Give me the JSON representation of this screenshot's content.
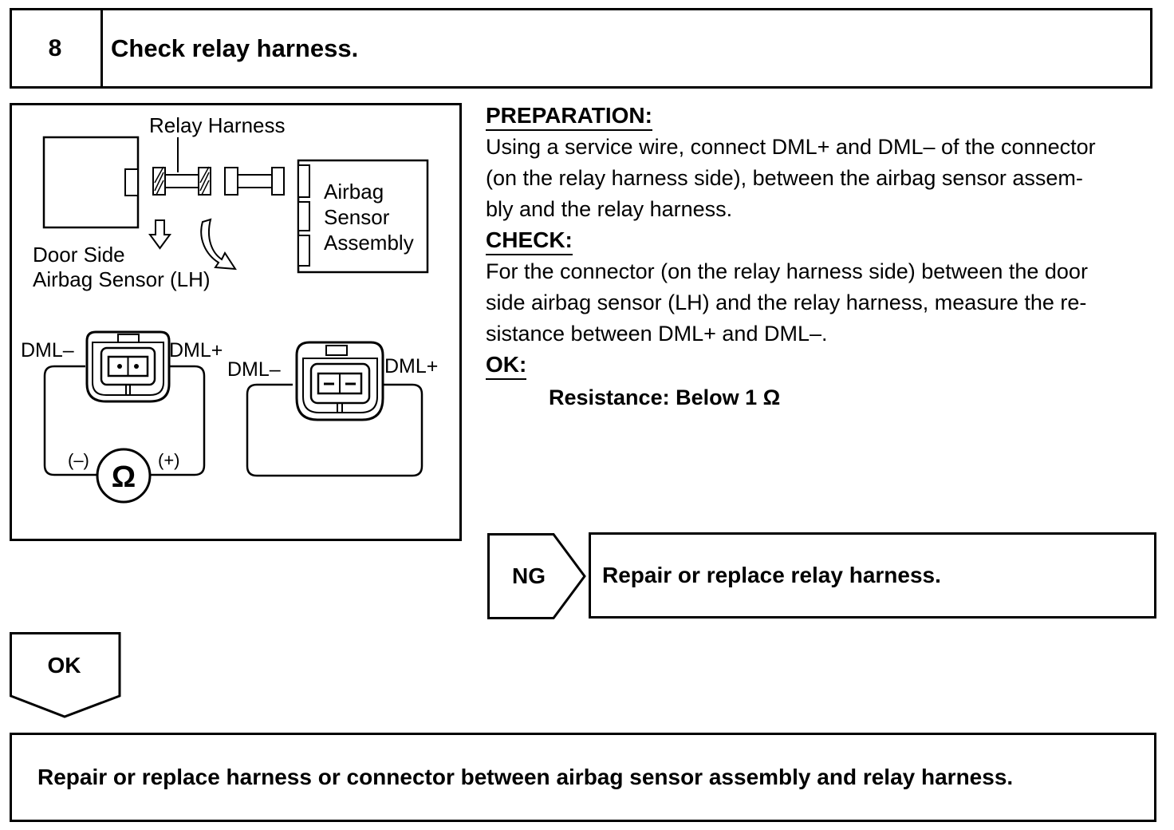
{
  "step": {
    "number": "8",
    "title": "Check relay harness."
  },
  "diagram": {
    "relay_harness_label": "Relay Harness",
    "airbag_sensor_label_1": "Airbag",
    "airbag_sensor_label_2": "Sensor",
    "airbag_sensor_label_3": "Assembly",
    "door_side_label_1": "Door Side",
    "door_side_label_2": "Airbag Sensor (LH)",
    "left_dml_minus": "DML–",
    "left_dml_plus": "DML+",
    "right_dml_minus": "DML–",
    "right_dml_plus": "DML+",
    "meter_minus": "(–)",
    "meter_plus": "(+)",
    "ohm_symbol": "Ω"
  },
  "instructions": {
    "preparation_heading": "PREPARATION:",
    "preparation_line_1": "Using a service wire, connect DML+ and DML– of the connector",
    "preparation_line_2": "(on the relay harness side), between the airbag sensor assem-",
    "preparation_line_3": "bly and the relay harness.",
    "check_heading": "CHECK:",
    "check_line_1": "For the connector (on the relay harness side) between the door",
    "check_line_2": "side airbag sensor (LH) and the relay harness, measure the re-",
    "check_line_3": "sistance between DML+ and DML–.",
    "ok_heading": "OK:",
    "spec": "Resistance: Below 1 Ω"
  },
  "ng_branch": {
    "label": "NG",
    "action": "Repair or replace relay harness."
  },
  "ok_branch": {
    "label": "OK",
    "action": "Repair or replace harness or connector between airbag sensor assembly and relay harness."
  }
}
